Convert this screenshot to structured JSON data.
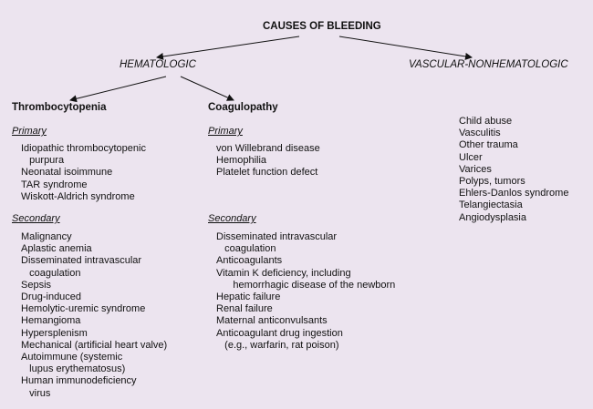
{
  "title": "CAUSES OF BLEEDING",
  "hematologic": "HEMATOLOGIC",
  "vascular": "VASCULAR-NONHEMATOLOGIC",
  "thrombocytopenia": {
    "heading": "Thrombocytopenia",
    "primary_label": "Primary",
    "primary": [
      "Idiopathic thrombocytopenic",
      "   purpura",
      "Neonatal isoimmune",
      "TAR syndrome",
      "Wiskott-Aldrich syndrome"
    ],
    "secondary_label": "Secondary",
    "secondary": [
      "Malignancy",
      "Aplastic anemia",
      "Disseminated intravascular",
      "   coagulation",
      "Sepsis",
      "Drug-induced",
      "Hemolytic-uremic syndrome",
      "Hemangioma",
      "Hypersplenism",
      "Mechanical (artificial heart valve)",
      "Autoimmune (systemic",
      "   lupus erythematosus)",
      "Human immunodeficiency",
      "   virus"
    ]
  },
  "coagulopathy": {
    "heading": "Coagulopathy",
    "primary_label": "Primary",
    "primary": [
      "von Willebrand disease",
      "Hemophilia",
      "Platelet function defect"
    ],
    "secondary_label": "Secondary",
    "secondary": [
      "Disseminated intravascular",
      "   coagulation",
      "Anticoagulants",
      "Vitamin K deficiency, including",
      "      hemorrhagic disease of the newborn",
      "Hepatic failure",
      "Renal failure",
      "Maternal anticonvulsants",
      "Anticoagulant drug ingestion",
      "   (e.g., warfarin, rat poison)"
    ]
  },
  "vascular_items": [
    "Child abuse",
    "Vasculitis",
    "Other trauma",
    "Ulcer",
    "Varices",
    "Polyps, tumors",
    "Ehlers-Danlos syndrome",
    "Telangiectasia",
    "Angiodysplasia"
  ]
}
